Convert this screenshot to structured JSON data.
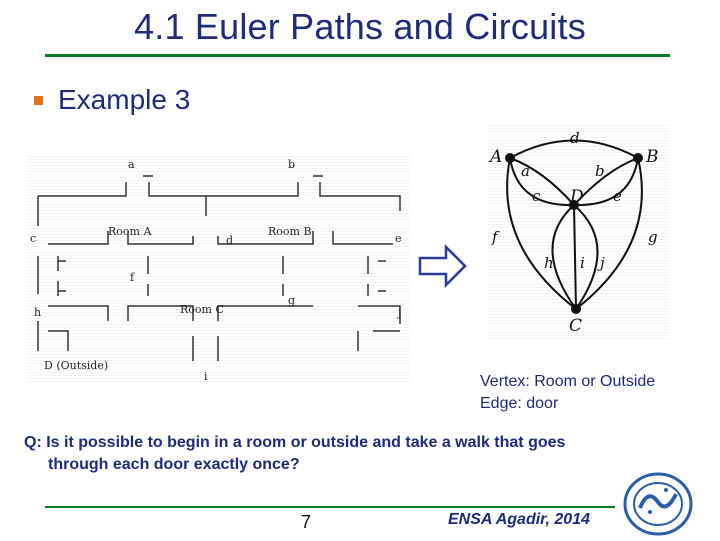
{
  "slide": {
    "title": "4.1 Euler Paths and Circuits",
    "subtitle": "Example 3",
    "legend_vertex": "Vertex: Room or Outside",
    "legend_edge": "Edge:   door",
    "question_line1": "Q: Is it possible to begin in a room or outside and take a walk that goes",
    "question_line2": "through each door exactly once?",
    "page_number": "7",
    "footer": "ENSA Agadir, 2014"
  },
  "floorplan": {
    "rooms": [
      "Room A",
      "Room B",
      "Room C",
      "D (Outside)"
    ],
    "doors": [
      "a",
      "b",
      "c",
      "d",
      "e",
      "f",
      "g",
      "h",
      "i",
      "j"
    ]
  },
  "graph": {
    "vertices": [
      "A",
      "B",
      "D",
      "C"
    ],
    "edges": [
      "a",
      "b",
      "c",
      "d",
      "e",
      "f",
      "g",
      "h",
      "i",
      "j"
    ]
  },
  "colors": {
    "title": "#1f2a7a",
    "rule": "#0f7a25",
    "bullet": "#e2711d",
    "arrow": "#2a3b9a"
  }
}
